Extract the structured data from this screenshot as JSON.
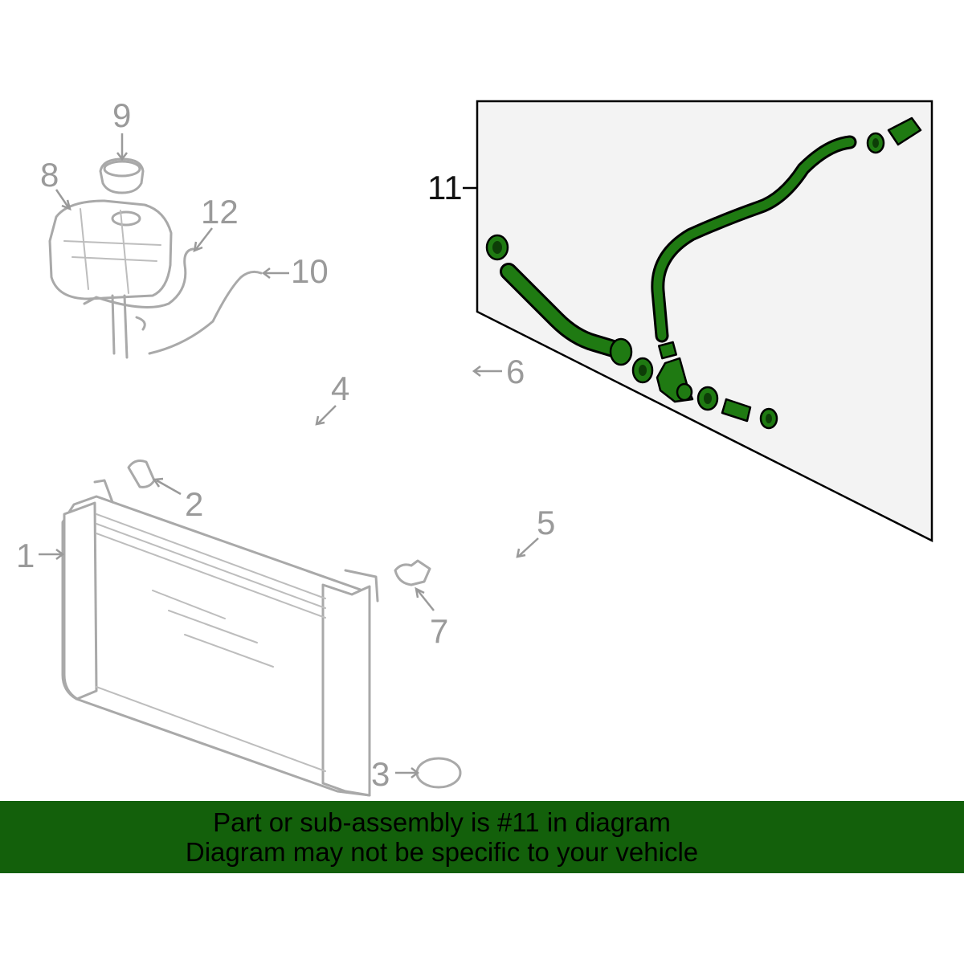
{
  "callouts": {
    "c1": "1",
    "c2": "2",
    "c3": "3",
    "c4": "4",
    "c5": "5",
    "c6": "6",
    "c7": "7",
    "c8": "8",
    "c9": "9",
    "c10": "10",
    "c11": "11",
    "c12": "12"
  },
  "highlight_color": "#1f7a12",
  "banner": {
    "background": "#13600b",
    "line1": "Part or sub-assembly is #11 in diagram",
    "line2": "Diagram may not be specific to your vehicle"
  }
}
